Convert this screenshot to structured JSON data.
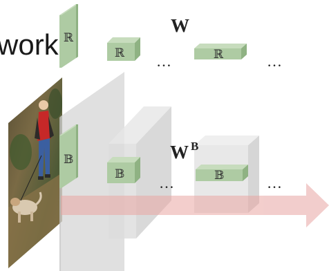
{
  "heading": {
    "visible_text": "work"
  },
  "real_weight_label": "W",
  "binary_weight_label": "W",
  "binary_weight_superscript": "B",
  "real_symbol": "ℝ",
  "binary_symbol": "𝔹",
  "ellipsis": "…",
  "colors": {
    "weight_block": "#aecba3",
    "weight_block_top": "#c7dcbd",
    "weight_block_side": "#8fb283",
    "layer_panel": "#d4d4d4",
    "arrow": "#e9a5a3"
  }
}
